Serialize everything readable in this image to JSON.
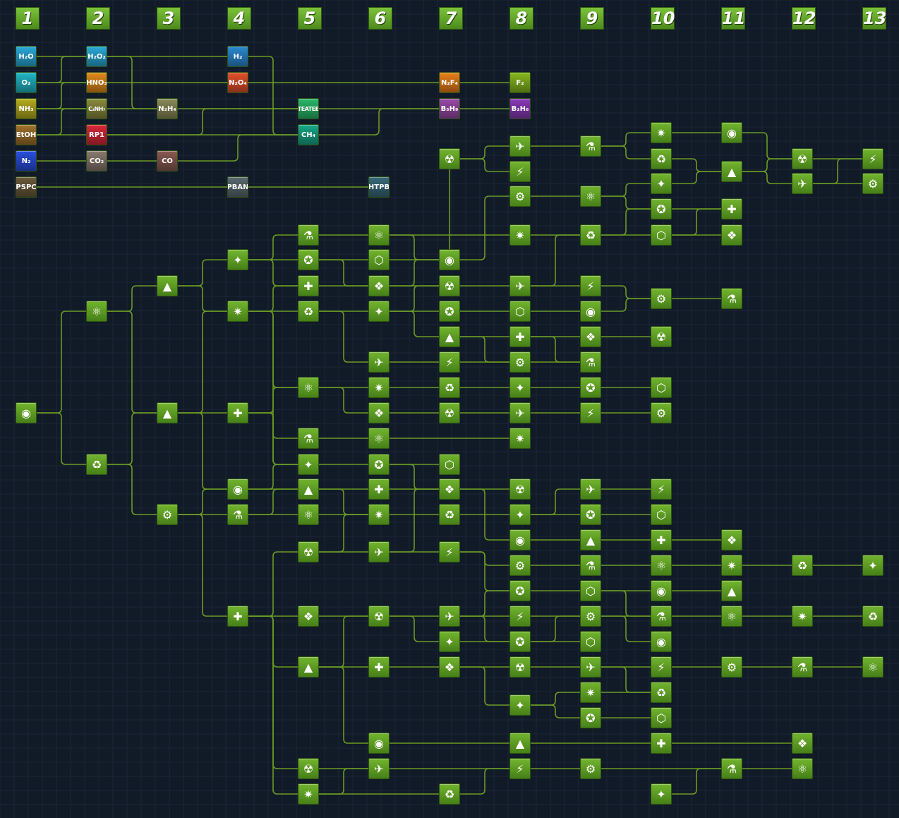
{
  "column_headers": [
    "1",
    "2",
    "3",
    "4",
    "5",
    "6",
    "7",
    "8",
    "9",
    "10",
    "11",
    "12",
    "13"
  ],
  "resources": [
    {
      "id": "h2o",
      "label": "H₂O",
      "color": "#2aa9d8",
      "col": 1,
      "row": 0
    },
    {
      "id": "o2",
      "label": "O₂",
      "color": "#22b6c6",
      "col": 1,
      "row": 1
    },
    {
      "id": "nh3",
      "label": "NH₃",
      "color": "#b6ac1e",
      "col": 1,
      "row": 2
    },
    {
      "id": "etoh",
      "label": "EtOH",
      "color": "#a0722c",
      "col": 1,
      "row": 3
    },
    {
      "id": "n2",
      "label": "N₂",
      "color": "#2a4fe0",
      "col": 1,
      "row": 4
    },
    {
      "id": "pspc",
      "label": "PSPC",
      "color": "#6b5a3a",
      "col": 1,
      "row": 5
    },
    {
      "id": "h2o2",
      "label": "H₂O₂",
      "color": "#2aa9d8",
      "col": 2,
      "row": 0
    },
    {
      "id": "hno3",
      "label": "HNO₃",
      "color": "#e08a1a",
      "col": 2,
      "row": 1
    },
    {
      "id": "c2nh7",
      "label": "C₂NH₇",
      "color": "#8a8a40",
      "col": 2,
      "row": 2
    },
    {
      "id": "rp1",
      "label": "RP1",
      "color": "#d8283a",
      "col": 2,
      "row": 3
    },
    {
      "id": "co2",
      "label": "CO₂",
      "color": "#8a7a70",
      "col": 2,
      "row": 4
    },
    {
      "id": "n2h4",
      "label": "N₂H₄",
      "color": "#8a8a5a",
      "col": 3,
      "row": 2
    },
    {
      "id": "co",
      "label": "CO",
      "color": "#8a5a52",
      "col": 3,
      "row": 4
    },
    {
      "id": "h2",
      "label": "H₂",
      "color": "#2a8ad0",
      "col": 4,
      "row": 0
    },
    {
      "id": "n2o4",
      "label": "N₂O₄",
      "color": "#e0502a",
      "col": 4,
      "row": 1
    },
    {
      "id": "pban",
      "label": "PBAN",
      "color": "#5a6a70",
      "col": 4,
      "row": 5
    },
    {
      "id": "teateb",
      "label": "TEATEB",
      "color": "#2ab86a",
      "col": 5,
      "row": 2
    },
    {
      "id": "ch4",
      "label": "CH₄",
      "color": "#18a888",
      "col": 5,
      "row": 3
    },
    {
      "id": "htpb",
      "label": "HTPB",
      "color": "#3a6a7a",
      "col": 6,
      "row": 5
    },
    {
      "id": "n2f4",
      "label": "N₂F₄",
      "color": "#e8801a",
      "col": 7,
      "row": 1
    },
    {
      "id": "b5h9",
      "label": "B₅H₉",
      "color": "#9a4aa8",
      "col": 7,
      "row": 2
    },
    {
      "id": "f2",
      "label": "F₂",
      "color": "#86b81e",
      "col": 8,
      "row": 1
    },
    {
      "id": "b2h6",
      "label": "B₂H₆",
      "color": "#8a3ab8",
      "col": 8,
      "row": 2
    }
  ],
  "icons": [
    {
      "name": "nuclear-icon",
      "glyph": "☢"
    },
    {
      "name": "rocket-icon",
      "glyph": "🚀"
    },
    {
      "name": "plane-icon",
      "glyph": "✈"
    },
    {
      "name": "bolt-icon",
      "glyph": "⚡"
    },
    {
      "name": "gear-icon",
      "glyph": "⚙"
    },
    {
      "name": "flask-icon",
      "glyph": "⚗"
    },
    {
      "name": "atom-icon",
      "glyph": "⚛"
    },
    {
      "name": "satellite-icon",
      "glyph": "🛰"
    },
    {
      "name": "recycle-icon",
      "glyph": "♻"
    },
    {
      "name": "wrench-icon",
      "glyph": "🔧"
    },
    {
      "name": "bulb-icon",
      "glyph": "💡"
    },
    {
      "name": "thermometer-icon",
      "glyph": "🌡"
    },
    {
      "name": "telescope-icon",
      "glyph": "🔭"
    },
    {
      "name": "star-icon",
      "glyph": "✷"
    },
    {
      "name": "robot-icon",
      "glyph": "🤖"
    }
  ],
  "colors": {
    "background": "#111a27",
    "grid": "#1c2636",
    "node_top": "#72b42e",
    "node_bottom": "#467f18",
    "edge": "#6a9a24"
  }
}
